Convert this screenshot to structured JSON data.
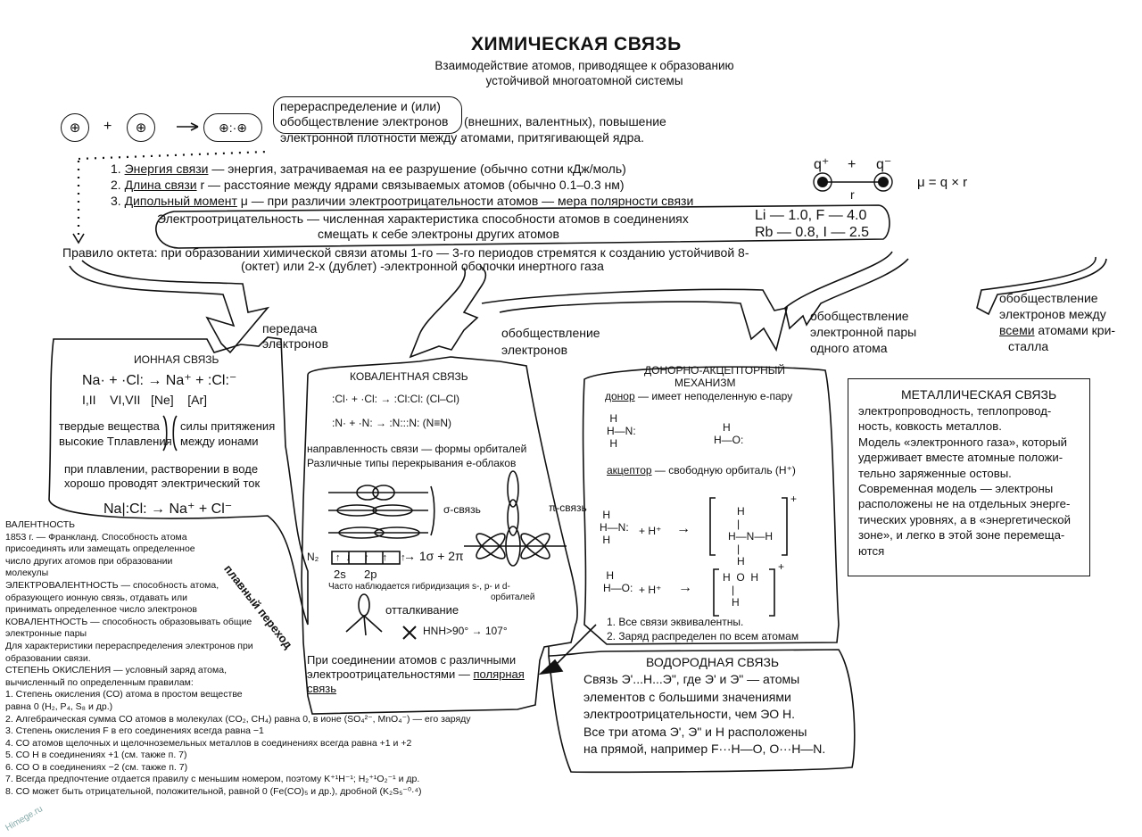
{
  "header": {
    "title": "ХИМИЧЕСКАЯ СВЯЗЬ",
    "subtitle_line1": "Взаимодействие атомов, приводящее к образованию",
    "subtitle_line2": "устойчивой многоатомной системы"
  },
  "intro": {
    "atom_symbol": "⊕",
    "plus": "+",
    "arrow": "→",
    "molecule": "⊕:·⊕",
    "boxed_line1": "перераспределение и (или)",
    "boxed_line2": "обобществление электронов",
    "line2_rest": "(внешних, валентных), повышение",
    "line3": "электронной плотности между атомами, притягивающей ядра."
  },
  "properties": {
    "p1_num": "1.",
    "p1_term": "Энергия связи",
    "p1_rest": "— энергия, затрачиваемая на ее разрушение (обычно сотни кДж/моль)",
    "p2_num": "2.",
    "p2_term": "Длина связи",
    "p2_rest": "r — расстояние между ядрами связываемых атомов (обычно 0.1–0.3 нм)",
    "p3_num": "3.",
    "p3_term": "Дипольный момент",
    "p3_rest": "μ — при различии электроотрицательности атомов — мера полярности связи"
  },
  "dipole": {
    "q_plus": "q⁺",
    "plus": "+",
    "q_minus": "q⁻",
    "r": "r",
    "formula": "μ = q × r"
  },
  "electronegativity": {
    "line1": "Электроотрицательность — численная характеристика способности атомов в соединениях",
    "line2": "смещать к себе электроны других атомов",
    "values1": "Li — 1.0, F — 4.0",
    "values2": "Rb — 0.8, I — 2.5"
  },
  "octet": {
    "line1": "Правило октета: при образовании химической связи атомы 1-го — 3-го периодов стремятся к созданию устойчивой 8-",
    "line2": "(октет) или 2-х (дублет) -электронной оболочки инертного газа"
  },
  "arrows": {
    "transfer": [
      "передача",
      "электронов"
    ],
    "sharing": [
      "обобществление",
      "электронов"
    ],
    "pair_sharing": [
      "обобществление",
      "электронной пары",
      "одного атома"
    ],
    "crystal_sharing_1": "обобществление",
    "crystal_sharing_2": "электронов между",
    "crystal_sharing_3a": "всеми",
    "crystal_sharing_3b": "атомами кри-",
    "crystal_sharing_4": "сталла"
  },
  "ionic": {
    "title": "ИОННАЯ СВЯЗЬ",
    "eq": "Na· + ·Cl: → Na⁺ + :Cl:⁻",
    "groups": "I,II    VI,VII   [Ne]    [Ar]",
    "left_1": "твердые вещества",
    "left_2": "высокие Tплавления",
    "right_1": "силы притяжения",
    "right_2": "между ионами",
    "melt_1": "при плавлении, растворении в воде",
    "melt_2": "хорошо проводят электрический ток",
    "eq2": "Na|:Cl: → Na⁺ + Cl⁻",
    "smooth": "плавный переход"
  },
  "covalent": {
    "title": "КОВАЛЕНТНАЯ СВЯЗЬ",
    "eq1": ":Cl· + ·Cl: → :Cl:Cl: (Cl–Cl)",
    "eq2": ":N· + ·N: → :N:::N: (N≡N)",
    "dir_1": "направленность связи — формы орбиталей",
    "dir_2": "Различные типы перекрывания е-облаков",
    "sigma": "σ-связь",
    "pi": "π-связь",
    "n2": "N₂",
    "orbitals": "↑↓ ↑ ↑ ↑",
    "result": "→ 1σ + 2π",
    "s2": "2s",
    "p2": "2p",
    "hybrid_1": "Часто наблюдается гибридизация s-, p- и d-",
    "hybrid_2": "орбиталей",
    "repulsion": "отталкивание",
    "angle": "HNH>90° → 107°",
    "polar_1": "При соединении атомов с различными",
    "polar_2a": "электроотрицательностями —",
    "polar_2b": "полярная",
    "polar_3": "связь"
  },
  "donor": {
    "title_1": "ДОНОРНО-АКЦЕПТОРНЫЙ",
    "title_2": "МЕХАНИЗМ",
    "donor_term": "донор",
    "donor_rest": "— имеет неподеленную е-пару",
    "acceptor_term": "акцептор",
    "acceptor_rest": "— свободную орбиталь (H⁺)",
    "plus_h": "+ H⁺",
    "arrow": "→",
    "charge": "+",
    "note_1": "1. Все связи эквивалентны.",
    "note_2": "2. Заряд распределен по всем атомам"
  },
  "metallic": {
    "title": "МЕТАЛЛИЧЕСКАЯ СВЯЗЬ",
    "lines": [
      "электропроводность, теплопровод-",
      "ность, ковкость металлов.",
      "Модель «электронного газа», который",
      "удерживает вместе атомные положи-",
      "тельно заряженные остовы.",
      "Современная модель — электроны",
      "расположены не на отдельных энерге-",
      "тических уровнях, а в «энергетической",
      "зоне», и легко в этой зоне перемеща-",
      "ются"
    ]
  },
  "hydrogen": {
    "title": "ВОДОРОДНАЯ СВЯЗЬ",
    "lines": [
      "Связь Э'...H...Э\", где Э' и Э\" — атомы",
      "элементов с большими значениями",
      "электроотрицательности, чем ЭО Н.",
      "Все три атома Э', Э\" и Н расположены",
      "на прямой, например F···H—O, O···H—N."
    ]
  },
  "valence": {
    "lines": [
      "ВАЛЕНТНОСТЬ",
      "1853 г. — Франкланд. Способность атома",
      "присоединять или замещать определенное",
      "число других атомов при образовании",
      "молекулы",
      "ЭЛЕКТРОВАЛЕНТНОСТЬ — способность атома,",
      "образующего ионную связь, отдавать или",
      "принимать определенное число электронов",
      "КОВАЛЕНТНОСТЬ — способность образовывать общие",
      "электронные пары",
      "Для характеристики перераспределения электронов при",
      "образовании связи.",
      "СТЕПЕНЬ ОКИСЛЕНИЯ — условный заряд атома,",
      "вычисленный по определенным правилам:",
      "1. Степень окисления (СО) атома в простом веществе",
      "равна 0 (H₂, P₄, S₈ и др.)",
      "2. Алгебраическая сумма СО атомов в молекулах (CO₂, CH₄) равна 0, в ионе (SO₄²⁻, MnO₄⁻) — его заряду",
      "3. Степень окисления F в его соединениях всегда равна −1",
      "4. СО атомов щелочных и щелочноземельных металлов в соединениях всегда равна +1 и +2",
      "5. СО H в соединениях +1 (см. также п. 7)",
      "6. СО O в соединениях −2 (см. также п. 7)",
      "7. Всегда предпочтение отдается правилу с меньшим номером, поэтому K⁺¹H⁻¹; H₂⁺¹O₂⁻¹ и др.",
      "8. СО может быть отрицательной, положительной, равной 0 (Fe(CO)₅ и др.), дробной (K₂S₅⁻⁰·⁴)"
    ]
  },
  "watermark": "Himege.ru"
}
